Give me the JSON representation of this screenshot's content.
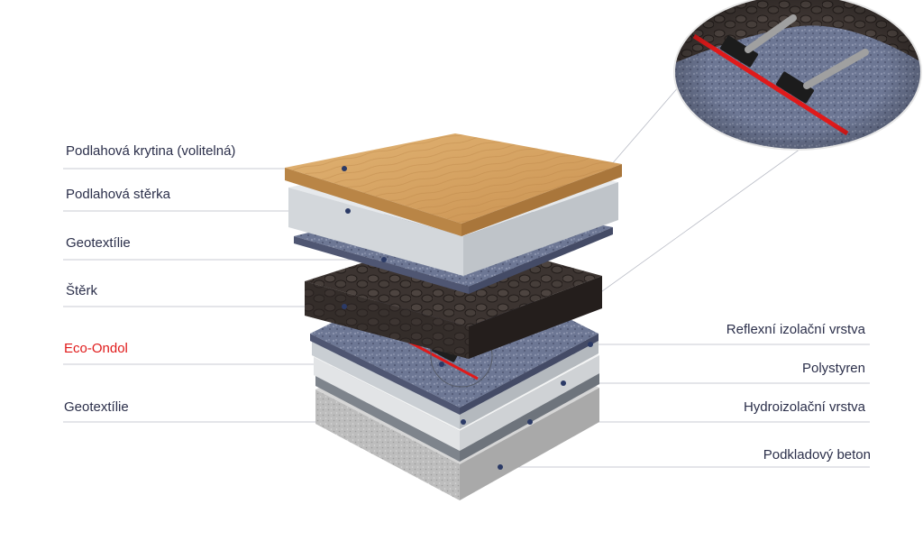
{
  "labels_left": [
    {
      "id": "floor-covering",
      "text": "Podlahová krytina (volitelná)"
    },
    {
      "id": "floor-screed",
      "text": "Podlahová stěrka"
    },
    {
      "id": "geotextile-top",
      "text": "Geotextílie"
    },
    {
      "id": "gravel",
      "text": "Štěrk"
    },
    {
      "id": "eco-ondol",
      "text": "Eco-Ondol"
    },
    {
      "id": "geotextile-bottom",
      "text": "Geotextílie"
    }
  ],
  "labels_right": [
    {
      "id": "reflective-insulation",
      "text": "Reflexní izolační vrstva"
    },
    {
      "id": "polystyrene",
      "text": "Polystyren"
    },
    {
      "id": "waterproofing",
      "text": "Hydroizolační vrstva"
    },
    {
      "id": "base-concrete",
      "text": "Podkladový beton"
    }
  ],
  "colors": {
    "text": "#2b2f4a",
    "accent": "#e01a1a",
    "wood": "#d7a466",
    "screed": "#d9dde2",
    "geotextile": "#6c7593",
    "gravel": "#3a3330",
    "insulation": "#eceeef",
    "concrete": "#c4c4c4"
  }
}
